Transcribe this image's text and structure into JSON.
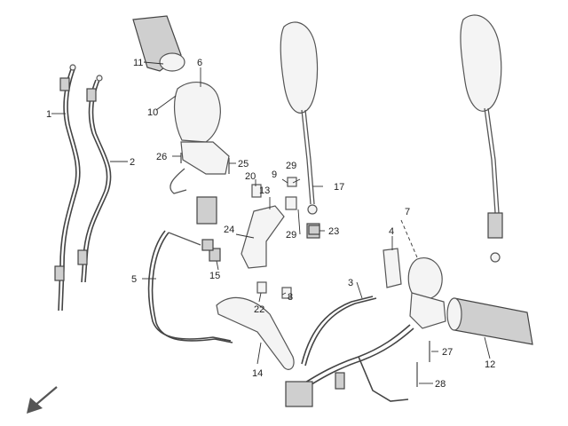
{
  "diagram": {
    "part_labels": [
      "1",
      "2",
      "3",
      "4",
      "5",
      "6",
      "7",
      "8",
      "9",
      "10",
      "11",
      "12",
      "13",
      "14",
      "15",
      "17",
      "20",
      "22",
      "23",
      "24",
      "25",
      "26",
      "27",
      "28",
      "29",
      "29"
    ],
    "orientation_icon": "arrow-down-left-icon"
  }
}
